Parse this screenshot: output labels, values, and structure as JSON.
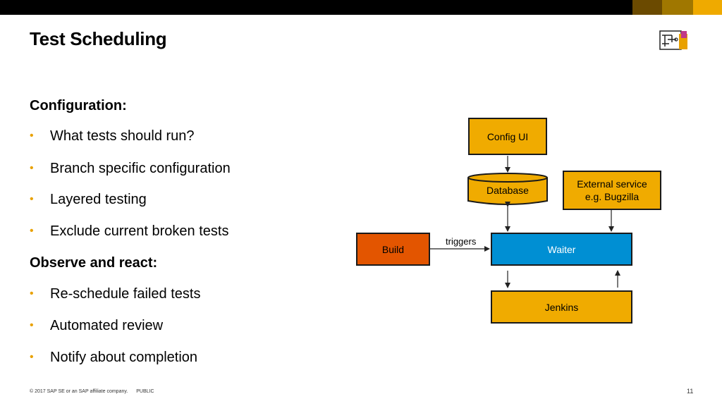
{
  "header": {
    "title": "Test Scheduling",
    "brand_colors": [
      "#6b4a00",
      "#a07700",
      "#efaa00"
    ]
  },
  "left": {
    "section1": "Configuration:",
    "items1": [
      "What tests should run?",
      "Branch specific configuration",
      "Layered testing",
      "Exclude current broken tests"
    ],
    "section2": "Observe and react:",
    "items2": [
      "Re-schedule failed tests",
      "Automated review",
      "Notify about completion"
    ],
    "bullet_glyph": "•"
  },
  "diagram": {
    "config_ui": "Config UI",
    "database": "Database",
    "external_line1": "External service",
    "external_line2": "e.g. Bugzilla",
    "build": "Build",
    "waiter": "Waiter",
    "jenkins": "Jenkins",
    "triggers": "triggers",
    "colors": {
      "yellow": "#f0ab00",
      "orange": "#e35500",
      "blue": "#008fd3"
    }
  },
  "footer": {
    "copyright": "© 2017 SAP SE or an SAP affiliate company.",
    "classification": "PUBLIC",
    "page": "11"
  }
}
